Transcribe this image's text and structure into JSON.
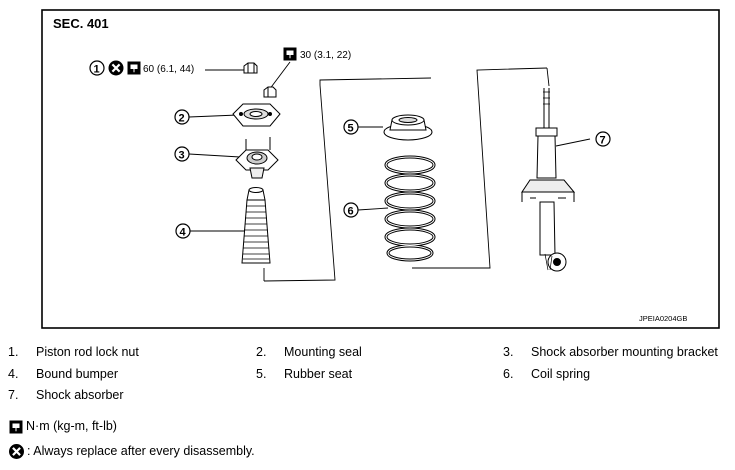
{
  "figure": {
    "section": "SEC. 401",
    "code": "JPEIA0204GB",
    "torque_nut": "60 (6.1, 44)",
    "torque_top": "30 (3.1, 22)",
    "callouts": [
      "1",
      "2",
      "3",
      "4",
      "5",
      "6",
      "7"
    ]
  },
  "parts": [
    {
      "num": "1.",
      "name": "Piston rod lock nut"
    },
    {
      "num": "2.",
      "name": "Mounting seal"
    },
    {
      "num": "3.",
      "name": "Shock absorber mounting bracket"
    },
    {
      "num": "4.",
      "name": "Bound bumper"
    },
    {
      "num": "5.",
      "name": "Rubber seat"
    },
    {
      "num": "6.",
      "name": "Coil spring"
    },
    {
      "num": "7.",
      "name": "Shock absorber"
    }
  ],
  "legend": {
    "torque": "N·m (kg-m, ft-lb)",
    "replace": ": Always replace after every disassembly."
  },
  "icons": [
    "torque-wrench-icon",
    "replace-x-icon"
  ]
}
